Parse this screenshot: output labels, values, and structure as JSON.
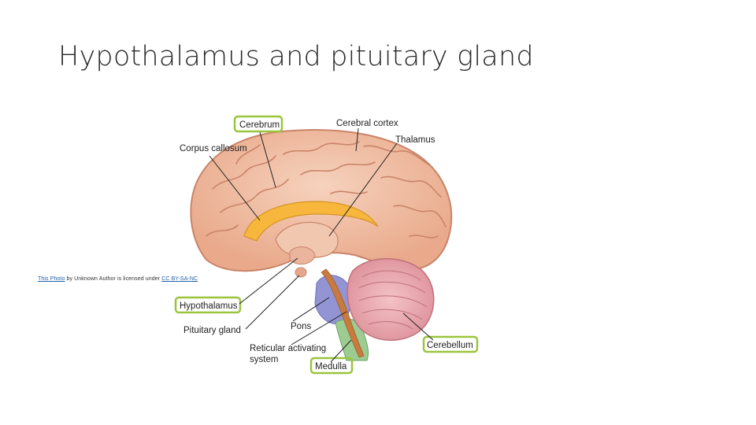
{
  "slide": {
    "title": "Hypothalamus and pituitary gland"
  },
  "diagram": {
    "labels": {
      "cerebrum": "Cerebrum",
      "cerebral_cortex": "Cerebral cortex",
      "corpus_callosum": "Corpus callosum",
      "thalamus": "Thalamus",
      "hypothalamus": "Hypothalamus",
      "pituitary_gland": "Pituitary gland",
      "pons": "Pons",
      "reticular_line1": "Reticular activating",
      "reticular_line2": "system",
      "cerebellum": "Cerebellum",
      "medulla": "Medulla"
    },
    "highlight_color": "#9bc53d"
  },
  "credit": {
    "link_text": "This Photo",
    "middle_text": " by Unknown Author is licensed under ",
    "license_text": "CC BY-SA-NC"
  }
}
